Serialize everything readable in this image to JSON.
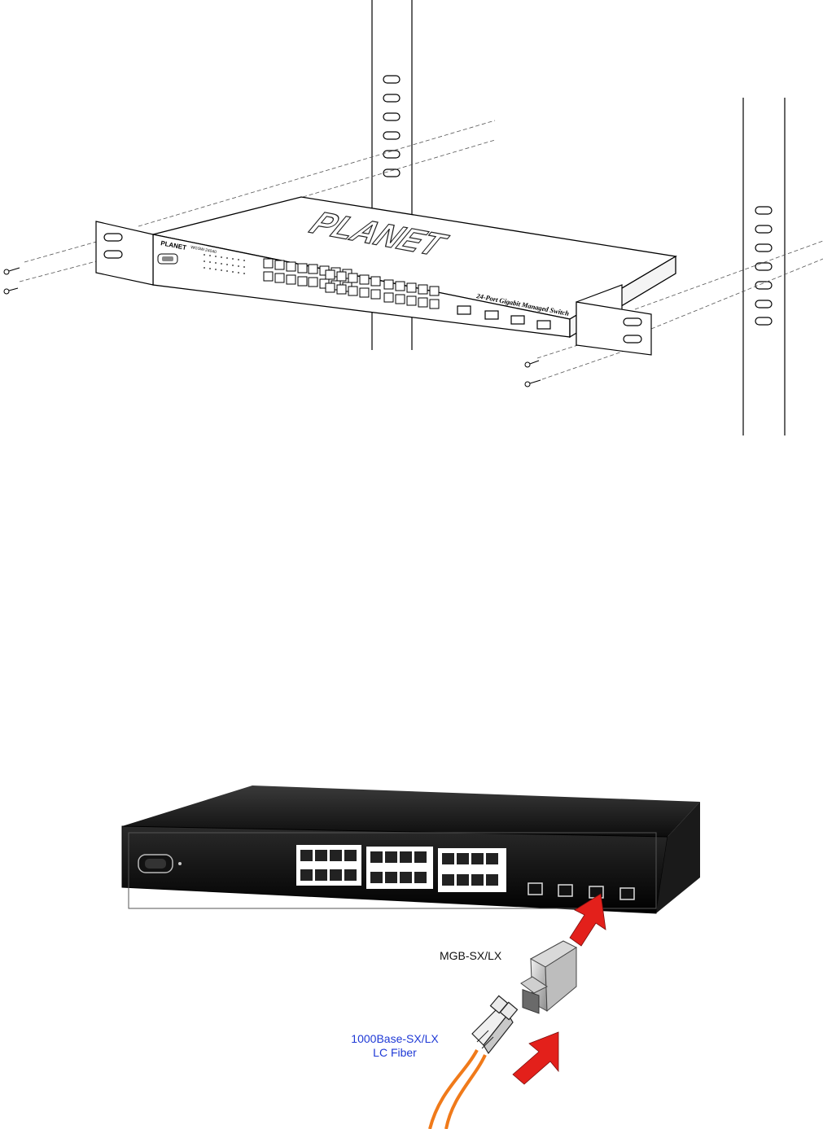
{
  "figure1": {
    "brand_logo": "PLANET",
    "brand_small": "PLANET",
    "model_label": "WGSW-24040",
    "product_label": "24-Port Gigabit Managed Switch",
    "icons": [
      "rack-rail-icon",
      "screw-icon",
      "mounting-bracket-icon",
      "console-port-icon",
      "rj45-port-icon",
      "sfp-slot-icon"
    ]
  },
  "figure2": {
    "sfp_module_label": "MGB-SX/LX",
    "fiber_label_line1": "1000Base-SX/LX",
    "fiber_label_line2": "LC Fiber",
    "colors": {
      "fiber_label": "#1f3ad6",
      "arrow": "#e3201b",
      "fiber_cable": "#f07a1a"
    },
    "icons": [
      "switch-chassis-icon",
      "sfp-module-icon",
      "lc-connector-icon",
      "insert-arrow-icon"
    ]
  }
}
